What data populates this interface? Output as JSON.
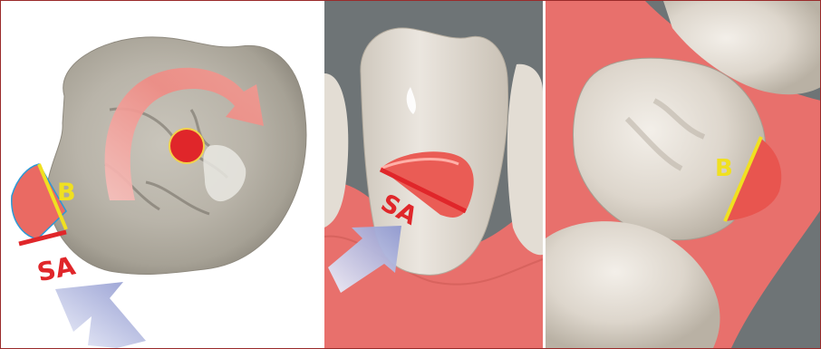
{
  "figure": {
    "panels": [
      {
        "id": "occlusal-view",
        "labels": {
          "surface_b": "B",
          "surface_sa": "SA"
        }
      },
      {
        "id": "proximal-view",
        "labels": {
          "surface_sa": "SA"
        }
      },
      {
        "id": "arch-view",
        "labels": {
          "surface_b": "B"
        }
      }
    ]
  },
  "colors": {
    "border": "#9a2a2a",
    "gum": "#e8706c",
    "tooth": "#d9d4cb",
    "restoration": "#e8554f",
    "label_red": "#e0262a",
    "label_yellow": "#f0e020",
    "arrow_blue": "#9ea6d4",
    "background_gray": "#6e7476"
  },
  "icons": {
    "rotation_arrow": "curved-arrow-icon",
    "pivot_marker": "red-circle-icon",
    "approach_arrow": "block-arrow-icon"
  }
}
